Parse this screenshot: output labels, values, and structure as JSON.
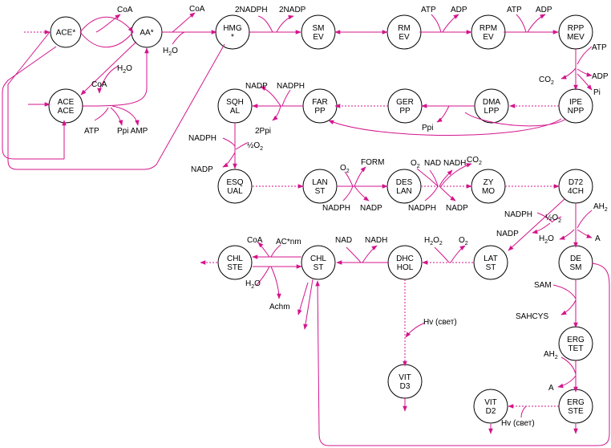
{
  "colors": {
    "arrow": "#d4148c",
    "node_stroke": "#000000",
    "text": "#000000"
  },
  "nodes": {
    "ace_star": [
      "ACE*"
    ],
    "aa_star": [
      "AA*"
    ],
    "ace_ace": [
      "ACE",
      "ACE"
    ],
    "hmg": [
      "HMG",
      "*"
    ],
    "smev": [
      "SM",
      "EV"
    ],
    "rmev": [
      "RM",
      "EV"
    ],
    "rpmev": [
      "RPM",
      "EV"
    ],
    "rppmev": [
      "RPP",
      "MEV"
    ],
    "ipenpp": [
      "IPE",
      "NPP"
    ],
    "dmalpp": [
      "DMA",
      "LPP"
    ],
    "gerpp": [
      "GER",
      "PP"
    ],
    "farpp": [
      "FAR",
      "PP"
    ],
    "sqhal": [
      "SQH",
      "AL"
    ],
    "esqual": [
      "ESQ",
      "UAL"
    ],
    "lanst": [
      "LAN",
      "ST"
    ],
    "deslan": [
      "DES",
      "LAN"
    ],
    "zymo": [
      "ZY",
      "MO"
    ],
    "d72_4ch": [
      "D72",
      "4CH"
    ],
    "latst": [
      "LAT",
      "ST"
    ],
    "desm": [
      "DE",
      "SM"
    ],
    "dhchol": [
      "DHC",
      "HOL"
    ],
    "chlst": [
      "CHL",
      "ST"
    ],
    "chlste": [
      "CHL",
      "STE"
    ],
    "vitd3": [
      "VIT",
      "D3"
    ],
    "ergtet": [
      "ERG",
      "TET"
    ],
    "ergste": [
      "ERG",
      "STE"
    ],
    "vitd2": [
      "VIT",
      "D2"
    ]
  },
  "labels": {
    "coa_1": "CoA",
    "coa_2": "CoA",
    "coa_3": "CoA",
    "coa_4": "CoA",
    "h2o_1": "H",
    "h2o_1_sub": "2",
    "h2o_1_end": "O",
    "h2o_2": "H",
    "h2o_2_sub": "2",
    "h2o_2_end": "O",
    "h2o_3": "H",
    "h2o_3_sub": "2",
    "h2o_3_end": "O",
    "h2o_4": "H",
    "h2o_4_sub": "2",
    "h2o_4_end": "O",
    "nadph2_in": "2NADPH",
    "nadp2_out": "2NADP",
    "atp_1": "ATP",
    "adp_1": "ADP",
    "atp_2": "ATP",
    "adp_2": "ADP",
    "atp_3": "ATP",
    "adp_3": "ADP",
    "co2_1": "CO",
    "co2_1_sub": "2",
    "pi_1": "Pi",
    "atp_ace": "ATP",
    "ppi_amp": "Ppi AMP",
    "nadp_sq": "NADP",
    "nadph_sq": "NADPH",
    "ppi2": "2Ppi",
    "ppi_ger": "Ppi",
    "nadph_esq": "NADPH",
    "half_o2_1": "½O",
    "half_o2_1_sub": "2",
    "nadp_esq": "NADP",
    "o2_lan": "O",
    "o2_lan_sub": "2",
    "form": "FORM",
    "nadph_lan": "NADPH",
    "nadp_lan": "NADP",
    "o2_des": "O",
    "o2_des_sub": "2",
    "nad_des": "NAD",
    "nadh_des": "NADH",
    "co2_des": "CO",
    "co2_des_sub": "2",
    "nadph_des": "NADPH",
    "nadp_des": "NADP",
    "nadph_d72": "NADPH",
    "half_o2_2": "½O",
    "half_o2_2_sub": "2",
    "nadp_d72": "NADP",
    "ah2_1": "AH",
    "ah2_1_sub": "2",
    "a_1": "A",
    "h2_lat": "H",
    "h2_lat_sub": "2",
    "h2_lat_end": "O",
    "h2_lat_sub2": "2",
    "o2_lat": "O",
    "o2_lat_sub": "2",
    "nad_dhc": "NAD",
    "nadh_dhc": "NADH",
    "ac_nm": "AC*nm",
    "achm": "Achm",
    "sam": "SAM",
    "sahcys": "SAHCYS",
    "hv_1": "Hv (свет)",
    "ah2_2": "AH",
    "ah2_2_sub": "2",
    "a_2": "A",
    "hv_2": "Hv (свет)"
  }
}
